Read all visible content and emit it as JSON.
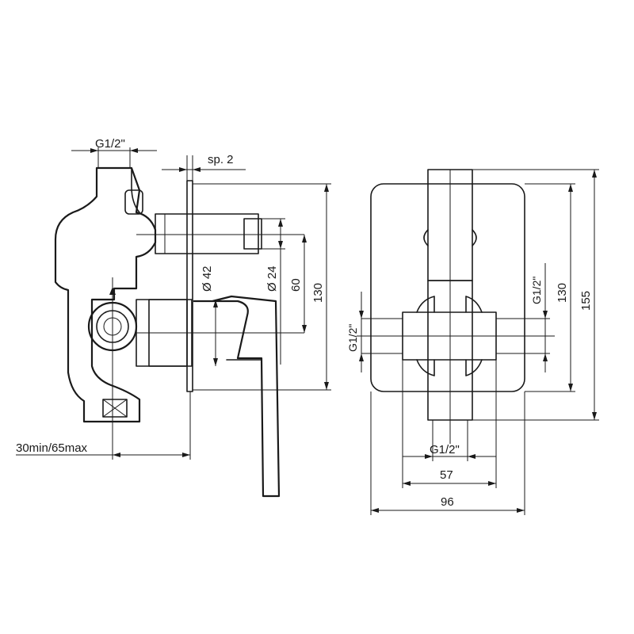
{
  "side_view": {
    "thread_top": "G1/2\"",
    "plate_thickness": "sp. 2",
    "diameter_large": "Ø 42",
    "diameter_small": "Ø 24",
    "height_60": "60",
    "height_130": "130",
    "depth_range": "30min/65max"
  },
  "front_view": {
    "thread_left": "G1/2\"",
    "thread_right": "G1/2\"",
    "thread_bottom": "G1/2\"",
    "height_130": "130",
    "height_155": "155",
    "width_57": "57",
    "width_96": "96"
  }
}
